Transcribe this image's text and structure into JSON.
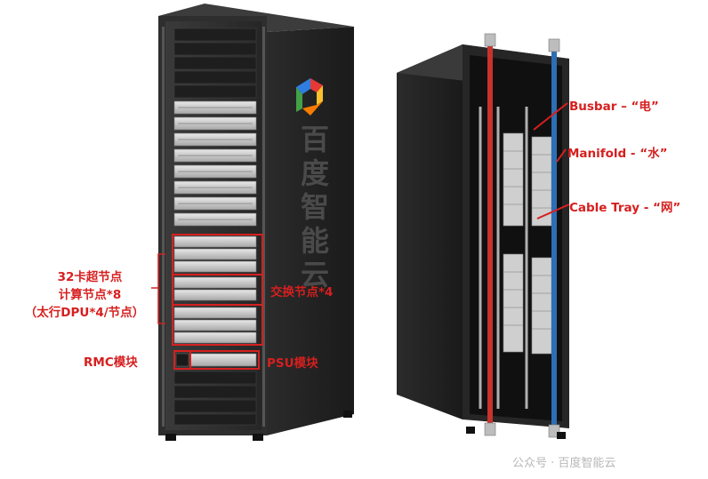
{
  "image": {
    "accent_color": "#d61f1f",
    "watermark": "公众号 · 百度智能云"
  },
  "front_rack": {
    "side_logo_text": "百度智能云",
    "labels": {
      "supernode_line1": "32卡超节点",
      "supernode_line2": "计算节点*8",
      "supernode_line3": "（太行DPU*4/节点）",
      "switch": "交换节点*4",
      "rmc": "RMC模块",
      "psu": "PSU模块"
    }
  },
  "rear_rack": {
    "labels": {
      "busbar": "Busbar – “电”",
      "manifold": "Manifold - “水”",
      "cable_tray": "Cable Tray - “网”"
    }
  }
}
